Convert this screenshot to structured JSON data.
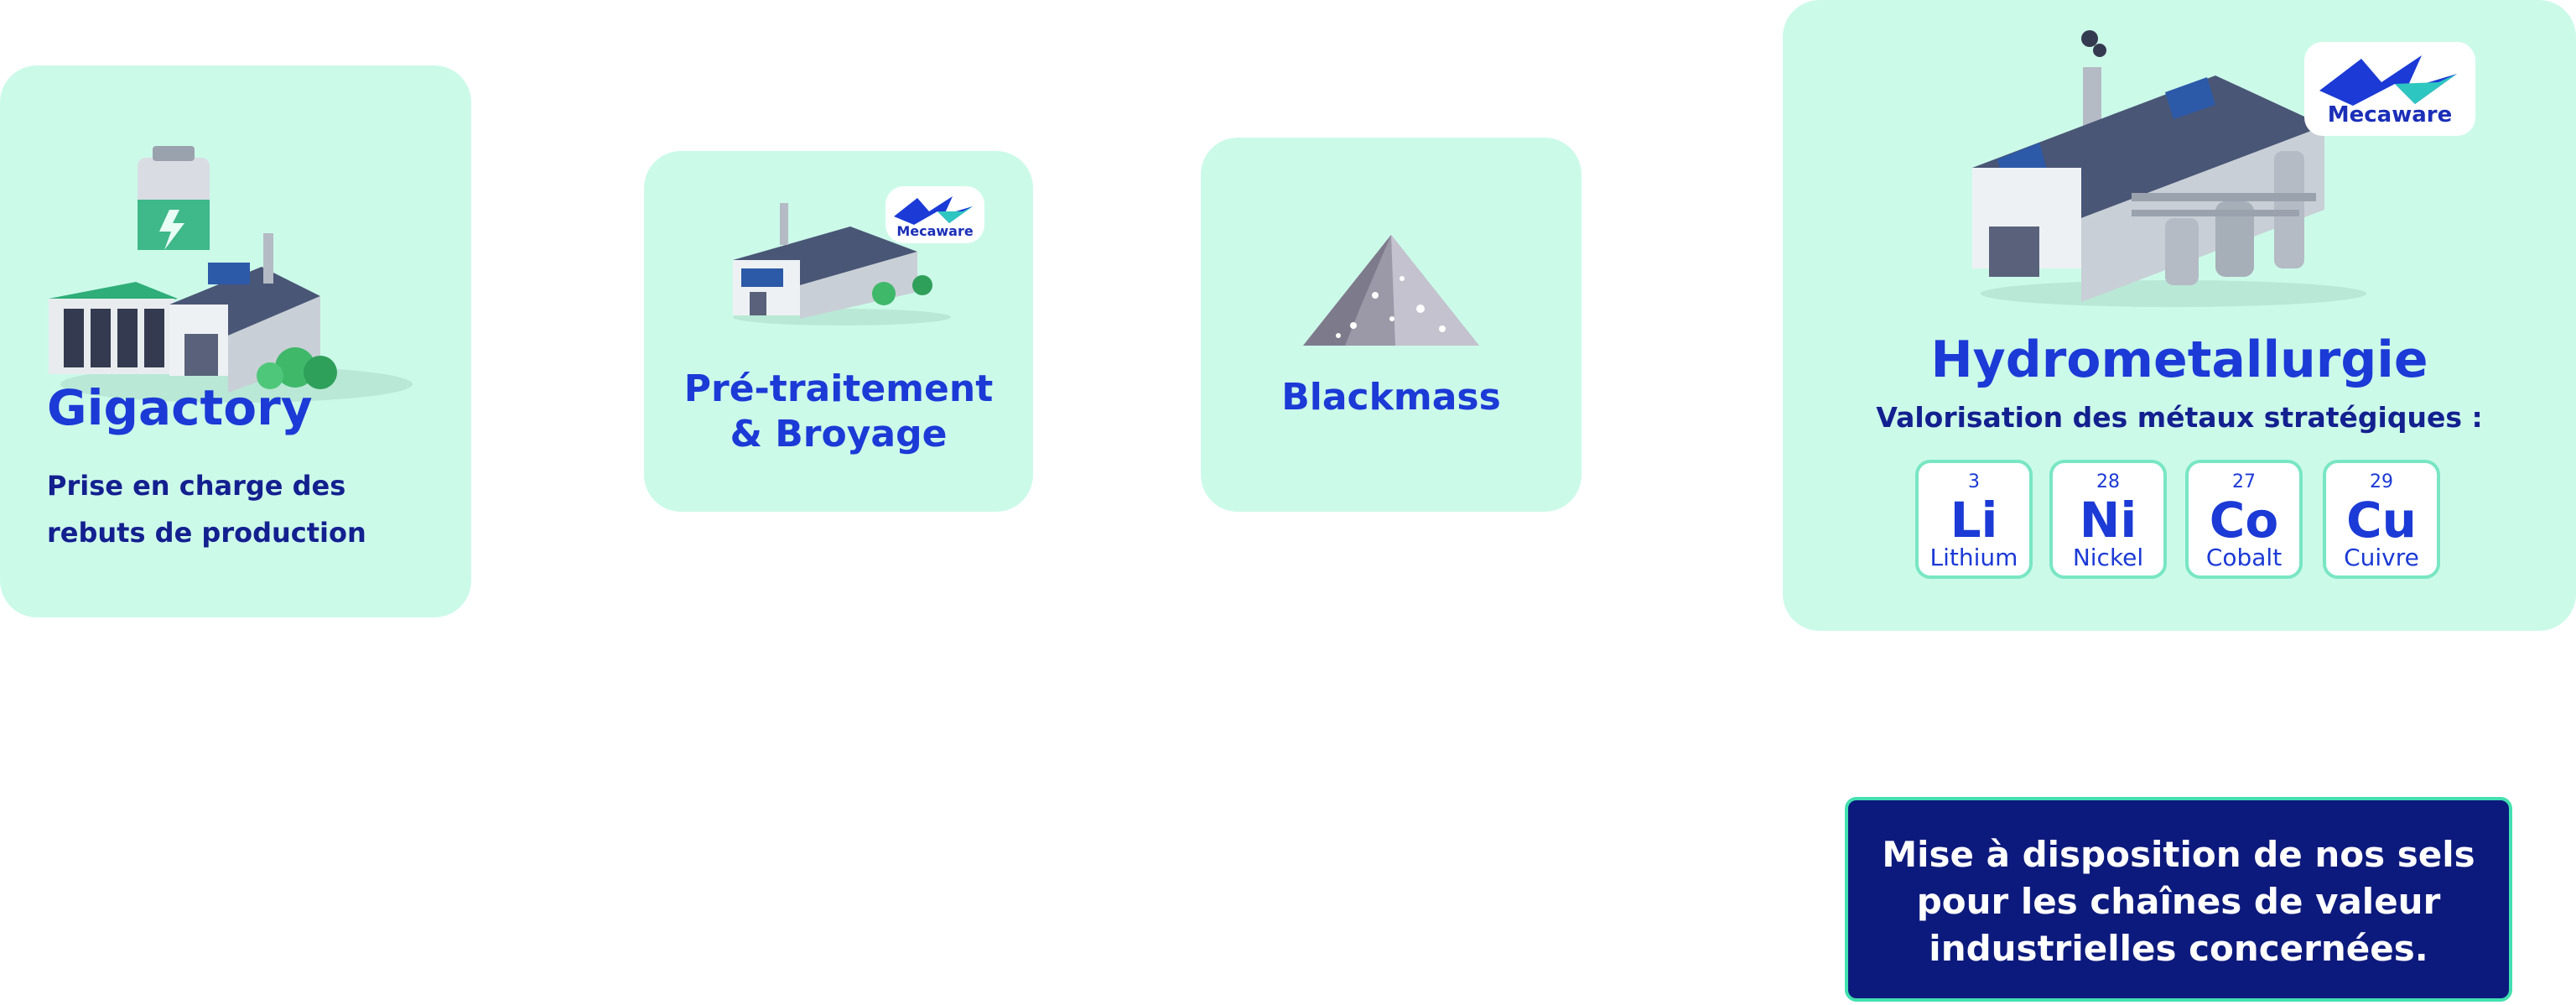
{
  "colors": {
    "card_bg": "#ccfae9",
    "title_blue": "#1b3ad6",
    "navy": "#13208f",
    "tile_border": "#79e6c3",
    "cta_bg": "#0d1a7d"
  },
  "gigafactory": {
    "title": "Gigactory",
    "desc_line1": "Prise en charge des",
    "desc_line2": "rebuts de production",
    "icon": "battery-factory-icon"
  },
  "pretraitement": {
    "title_line1": "Pré-traitement",
    "title_line2": "& Broyage",
    "icon": "factory-icon",
    "logo_text": "Mecaware"
  },
  "blackmass": {
    "title": "Blackmass",
    "icon": "powder-pile-icon"
  },
  "hydro": {
    "title": "Hydrometallurgie",
    "subtitle": "Valorisation des métaux stratégiques :",
    "icon": "hydrometallurgy-plant-icon",
    "logo_text": "Mecaware",
    "elements": [
      {
        "number": "3",
        "symbol": "Li",
        "name": "Lithium"
      },
      {
        "number": "28",
        "symbol": "Ni",
        "name": "Nickel"
      },
      {
        "number": "27",
        "symbol": "Co",
        "name": "Cobalt"
      },
      {
        "number": "29",
        "symbol": "Cu",
        "name": "Cuivre"
      }
    ]
  },
  "cta": {
    "line1": "Mise à disposition de nos sels",
    "line2": "pour les chaînes de valeur",
    "line3": "industrielles concernées."
  }
}
